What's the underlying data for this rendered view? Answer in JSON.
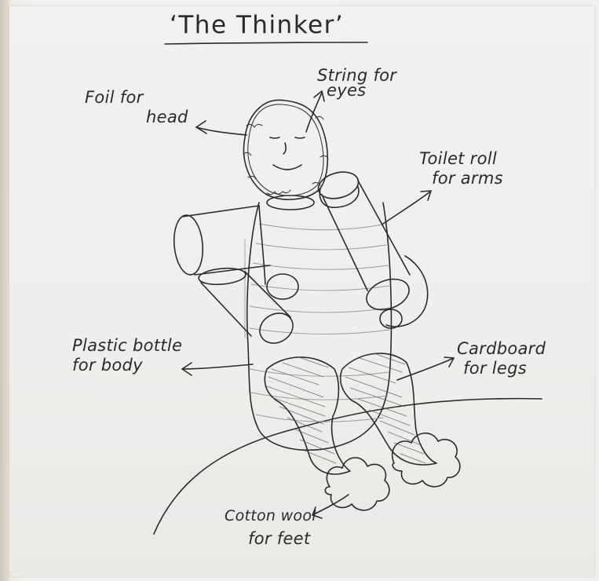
{
  "title": "‘The Thinker’",
  "labels": {
    "head": [
      "Foil for",
      "head"
    ],
    "eyes": [
      "String for",
      "eyes"
    ],
    "arms": [
      "Toilet roll",
      "for arms"
    ],
    "body": [
      "Plastic bottle",
      "for body"
    ],
    "legs": [
      "Cardboard",
      "for legs"
    ],
    "feet": [
      "Cotton wool",
      "for feet"
    ]
  },
  "colors": {
    "ink": "#2b2b2b",
    "paper": "#f0f0ee",
    "pencil": "#9a9a9a"
  }
}
